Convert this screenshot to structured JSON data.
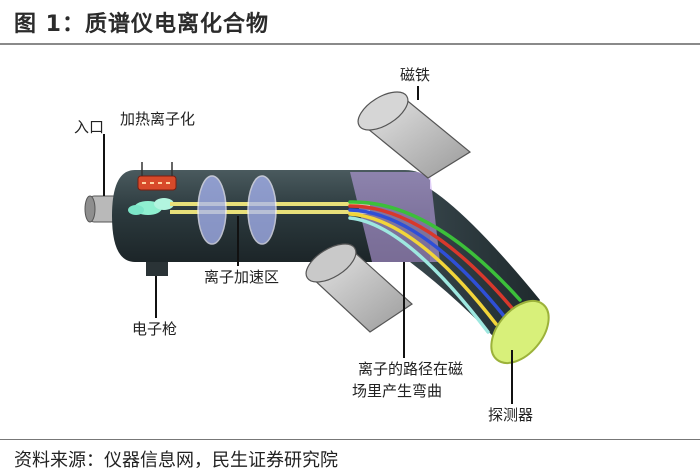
{
  "figure": {
    "title": "图 1：质谱仪电离化合物",
    "source": "资料来源：仪器信息网，民生证券研究院"
  },
  "labels": {
    "inlet": "入口",
    "heating_ionization": "加热离子化",
    "magnet": "磁铁",
    "ion_acceleration": "离子加速区",
    "electron_gun": "电子枪",
    "ion_path_line1": "离子的路径在磁",
    "ion_path_line2": "场里产生弯曲",
    "detector": "探测器"
  },
  "colors": {
    "tube_dark": "#2c3a3e",
    "magnet_body": "#c4c4c4",
    "magnet_glow": "#c6a8f0",
    "beam_yellow": "#e8e07a",
    "path_green": "#3cbf3a",
    "path_red": "#d8382c",
    "path_blue": "#2f4fd6",
    "path_yellow": "#f2d53a",
    "path_cyan": "#9ee8e0",
    "detector_face": "#d8f07a"
  }
}
